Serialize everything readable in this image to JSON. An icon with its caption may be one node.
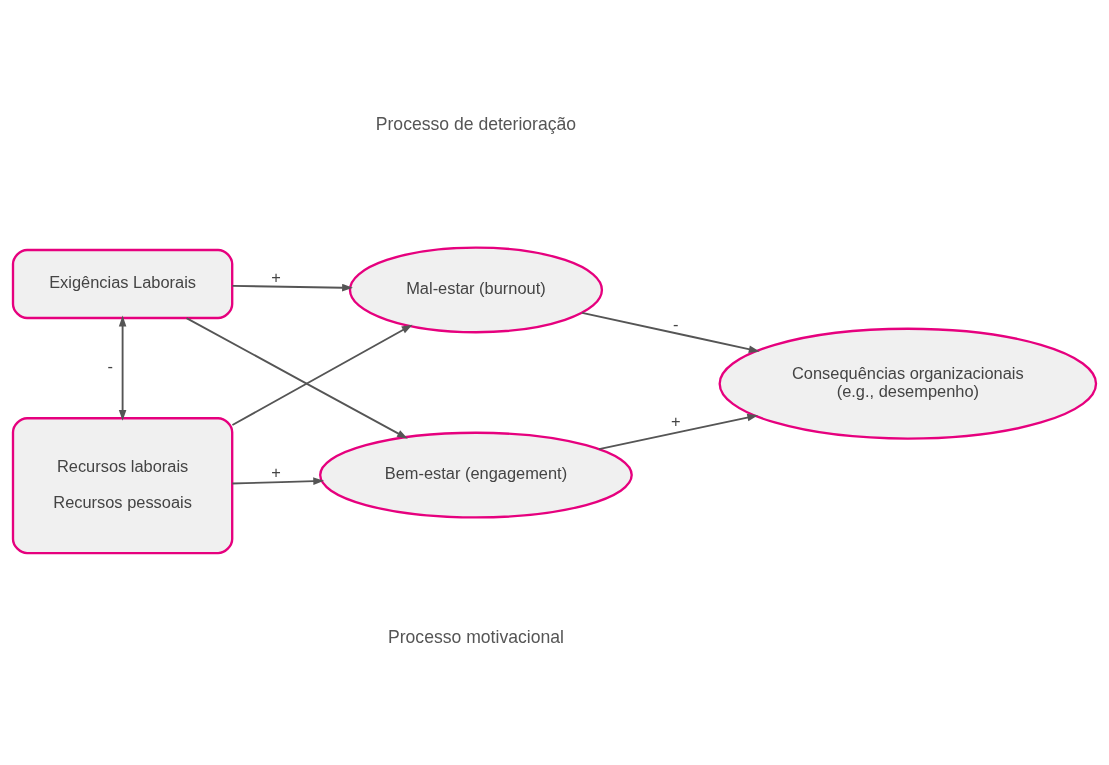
{
  "diagram": {
    "nodes": [
      {
        "text": [
          "Exigências Laborais"
        ]
      },
      {
        "text": [
          "Recursos laborais",
          "Recursos pessoais"
        ]
      },
      {
        "text": [
          "Mal-estar (burnout)"
        ]
      },
      {
        "text": [
          "Bem-estar (engagement)"
        ]
      },
      {
        "text": [
          "Consequências organizacionais (e.g., desempenho)"
        ]
      }
    ],
    "edges": [
      {
        "from": 0,
        "to": 1,
        "arrow": "both",
        "label": "-"
      },
      {
        "from": 0,
        "to": 2,
        "arrow": "to",
        "label": "+"
      },
      {
        "from": 0,
        "to": 3,
        "arrow": "to"
      },
      {
        "from": 1,
        "to": 2,
        "arrow": "to"
      },
      {
        "from": 1,
        "to": 3,
        "arrow": "to",
        "label": "+"
      },
      {
        "from": 2,
        "to": 4,
        "arrow": "to",
        "label": "-"
      },
      {
        "from": 3,
        "to": 4,
        "arrow": "to",
        "label": "+"
      }
    ],
    "labels": [
      "Processo de deterioração",
      "Processo motivacional"
    ]
  }
}
